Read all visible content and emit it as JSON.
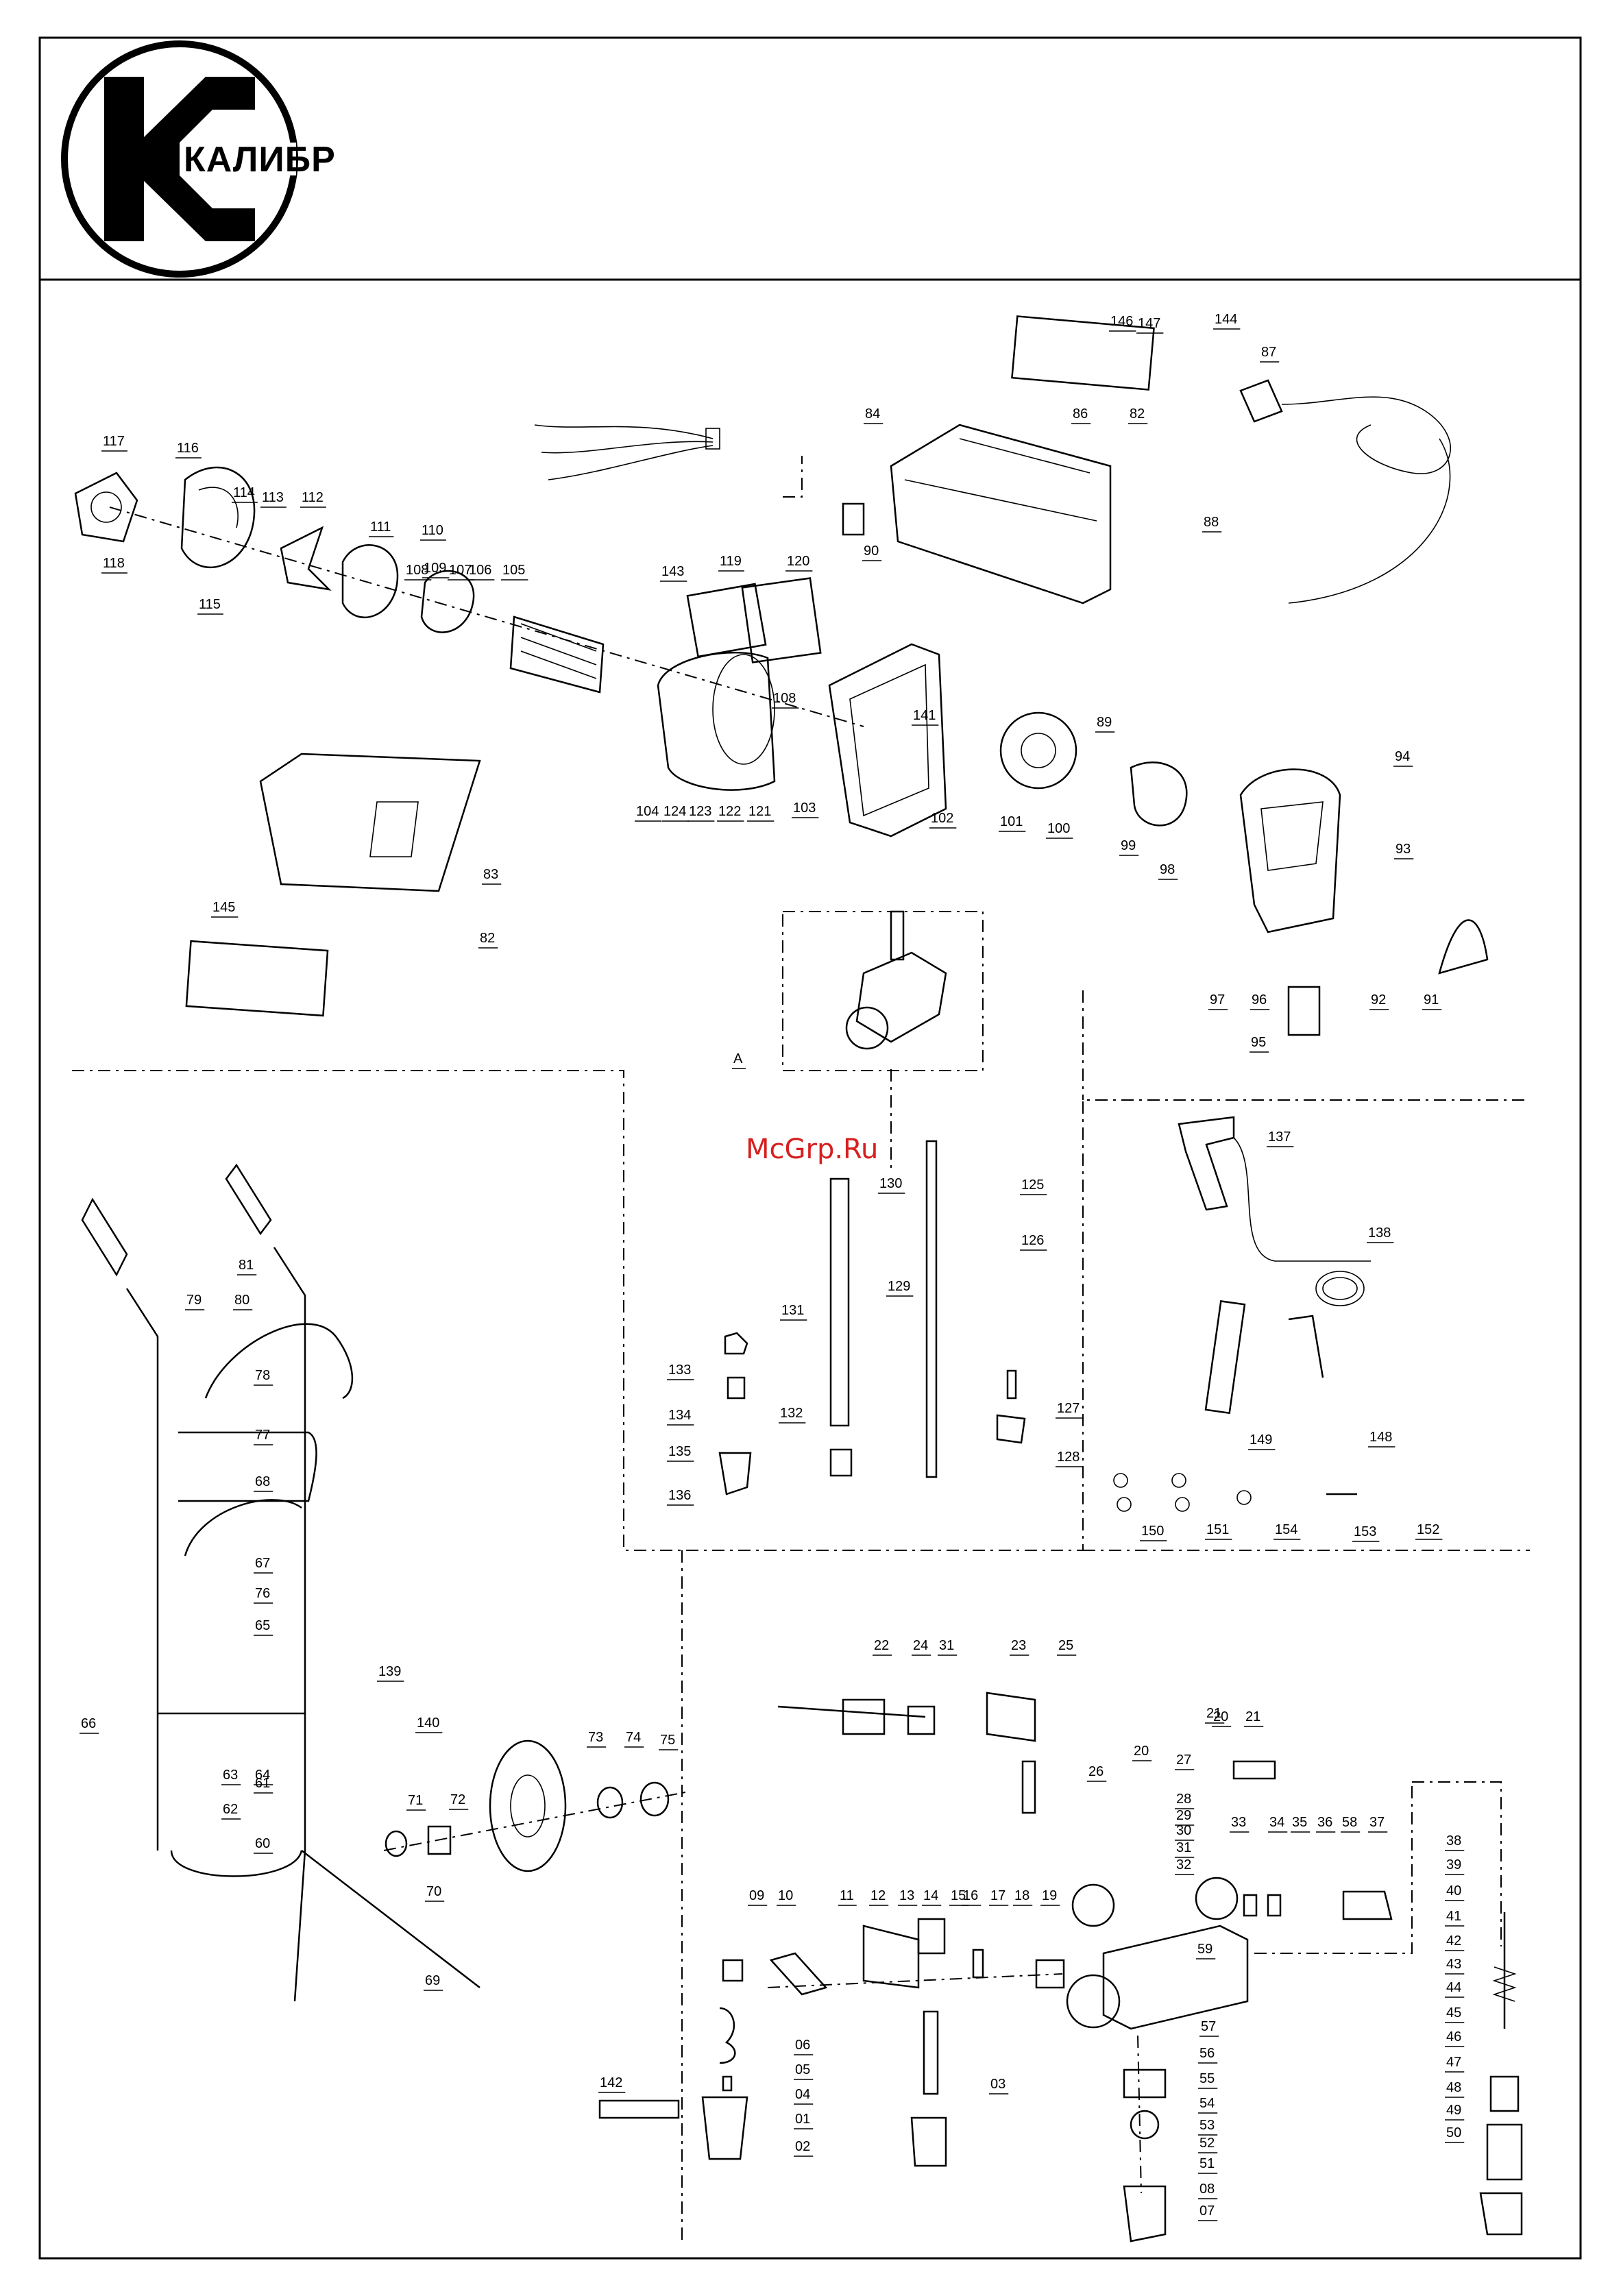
{
  "header": {
    "logo_text": "КАЛИБР"
  },
  "watermark": "McGrp.Ru",
  "callouts": [
    "117",
    "116",
    "114",
    "113",
    "112",
    "111",
    "110",
    "109",
    "108",
    "107",
    "106",
    "105",
    "118",
    "115",
    "146",
    "147",
    "144",
    "87",
    "84",
    "86",
    "82",
    "90",
    "88",
    "143",
    "119",
    "120",
    "89",
    "108",
    "141",
    "104",
    "124",
    "123",
    "122",
    "121",
    "103",
    "102",
    "101",
    "100",
    "99",
    "98",
    "94",
    "93",
    "92",
    "91",
    "83",
    "82",
    "145",
    "97",
    "96",
    "95",
    "A",
    "137",
    "138",
    "149",
    "148",
    "150",
    "151",
    "154",
    "153",
    "152",
    "130",
    "125",
    "126",
    "131",
    "129",
    "133",
    "134",
    "135",
    "136",
    "132",
    "127",
    "128",
    "81",
    "79",
    "80",
    "78",
    "77",
    "68",
    "67",
    "76",
    "65",
    "66",
    "63",
    "62",
    "64",
    "139",
    "140",
    "61",
    "60",
    "71",
    "72",
    "73",
    "74",
    "75",
    "70",
    "69",
    "142",
    "22",
    "24",
    "31",
    "23",
    "25",
    "21",
    "20",
    "27",
    "26",
    "28",
    "29",
    "30",
    "31",
    "32",
    "20",
    "21",
    "33",
    "34",
    "35",
    "36",
    "58",
    "37",
    "38",
    "39",
    "40",
    "41",
    "42",
    "43",
    "44",
    "45",
    "46",
    "47",
    "48",
    "49",
    "50",
    "09",
    "10",
    "11",
    "12",
    "13",
    "14",
    "15",
    "16",
    "17",
    "18",
    "19",
    "59",
    "57",
    "56",
    "55",
    "54",
    "53",
    "52",
    "51",
    "08",
    "07",
    "06",
    "05",
    "04",
    "01",
    "02",
    "03"
  ]
}
